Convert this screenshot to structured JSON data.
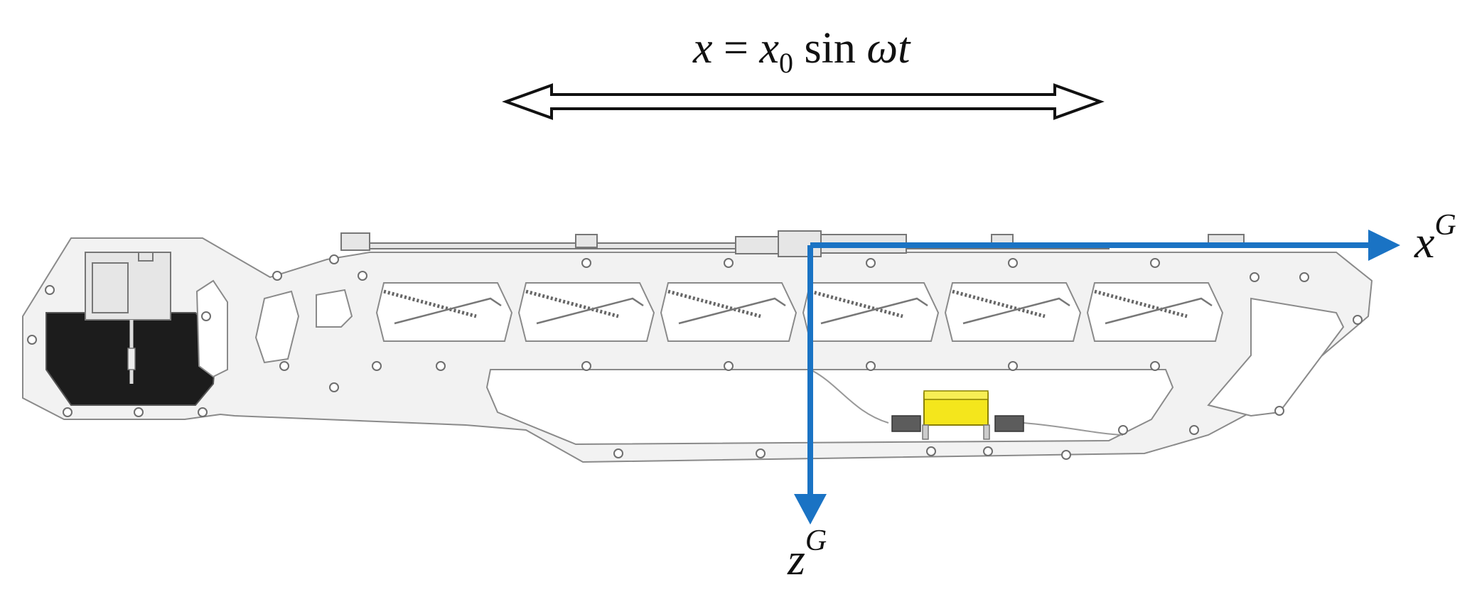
{
  "equation": {
    "lhs": "x",
    "equals": " = ",
    "var": "x",
    "subscript": "0",
    "func": " sin ",
    "omega": "ω",
    "t": "t"
  },
  "axes": {
    "x": {
      "base": "x",
      "sup": "G",
      "color": "#1a73c4"
    },
    "z": {
      "base": "z",
      "sup": "G",
      "color": "#1a73c4"
    }
  },
  "colors": {
    "sensor_block": "#f4e61c",
    "mesh": "#1c1c1c",
    "frame": "#f2f2f2",
    "axis": "#1a73c4"
  }
}
